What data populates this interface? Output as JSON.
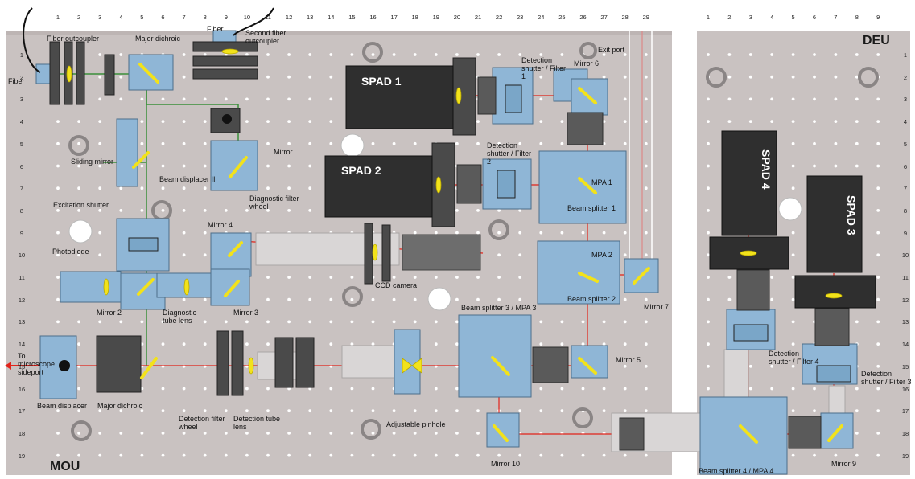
{
  "panels": {
    "mou": "MOU",
    "deu": "DEU"
  },
  "columns_left": [
    "1",
    "2",
    "3",
    "4",
    "5",
    "6",
    "7",
    "8",
    "9",
    "10",
    "11",
    "12",
    "13",
    "14",
    "15",
    "16",
    "17",
    "18",
    "19",
    "20",
    "21",
    "22",
    "23",
    "24",
    "25",
    "26",
    "27",
    "28",
    "29"
  ],
  "columns_right": [
    "1",
    "2",
    "3",
    "4",
    "5",
    "6",
    "7",
    "8",
    "9"
  ],
  "rows": [
    "1",
    "2",
    "3",
    "4",
    "5",
    "6",
    "7",
    "8",
    "9",
    "10",
    "11",
    "12",
    "13",
    "14",
    "15",
    "16",
    "17",
    "18",
    "19"
  ],
  "detectors": {
    "spad1": "SPAD 1",
    "spad2": "SPAD 2",
    "spad3": "SPAD 3",
    "spad4": "SPAD 4"
  },
  "labels": {
    "fiber_outcoupler": "Fiber outcoupler",
    "major_dichroic_top": "Major dichroic",
    "fiber_top": "Fiber",
    "second_fiber_outcoupler": "Second fiber outcoupler",
    "fiber_left": "Fiber",
    "detection_shutter_filter1": "Detection shutter / Filter 1",
    "mirror6": "Mirror 6",
    "exit_port": "Exit port",
    "mirror_top": "Mirror",
    "sliding_mirror": "Sliding mirror",
    "beam_displacer_ii": "Beam displacer II",
    "detection_shutter_filter2": "Detection shutter / Filter 2",
    "mpa1": "MPA 1",
    "diagnostic_filter_wheel": "Diagnostic filter wheel",
    "excitation_shutter": "Excitation shutter",
    "mirror4": "Mirror 4",
    "beam_splitter1": "Beam splitter 1",
    "photodiode": "Photodiode",
    "mpa2": "MPA 2",
    "ccd_camera": "CCD camera",
    "mirror2": "Mirror 2",
    "diagnostic_tube_lens": "Diagnostic tube lens",
    "mirror3": "Mirror 3",
    "beam_splitter2": "Beam splitter 2",
    "mirror7": "Mirror 7",
    "beam_splitter3_mpa3": "Beam splitter 3 / MPA 3",
    "to_microscope_sideport": "To microscope sideport",
    "mirror5": "Mirror 5",
    "detection_shutter_filter4": "Detection shutter / Filter 4",
    "detection_shutter_filter3": "Detection shutter / Filter 3",
    "beam_displacer": "Beam displacer",
    "major_dichroic_bottom": "Major dichroic",
    "detection_filter_wheel": "Detection filter wheel",
    "detection_tube_lens": "Detection tube lens",
    "adjustable_pinhole": "Adjustable pinhole",
    "mirror10": "Mirror 10",
    "mirror9": "Mirror 9",
    "beam_splitter4_mpa4": "Beam splitter 4 / MPA 4"
  },
  "colors": {
    "board": "#c9c2c1",
    "hole": "#ffffff",
    "component_blue": "#8fb6d6",
    "component_dark": "#3a3a3a",
    "spad_body": "#2f2f2f",
    "laser_red": "#e2231a",
    "excitation_green": "#3a8f3a",
    "lens_yellow": "#f2e21b",
    "mount_gray": "#7d7d7d"
  }
}
